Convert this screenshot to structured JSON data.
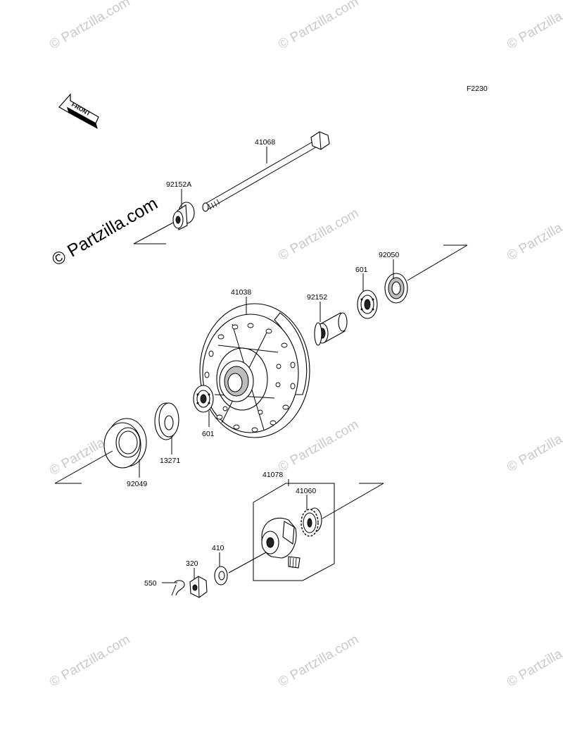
{
  "diagram_code": "F2230",
  "front_label": "FRONT",
  "copyright_main": "© Partzilla.com",
  "watermark_text": "© Partzilla.com",
  "parts": [
    {
      "id": "p-41068",
      "number": "41068"
    },
    {
      "id": "p-92152A",
      "number": "92152A"
    },
    {
      "id": "p-92050",
      "number": "92050"
    },
    {
      "id": "p-601a",
      "number": "601"
    },
    {
      "id": "p-92152",
      "number": "92152"
    },
    {
      "id": "p-41038",
      "number": "41038"
    },
    {
      "id": "p-601b",
      "number": "601"
    },
    {
      "id": "p-13271",
      "number": "13271"
    },
    {
      "id": "p-92049",
      "number": "92049"
    },
    {
      "id": "p-41078",
      "number": "41078"
    },
    {
      "id": "p-41060",
      "number": "41060"
    },
    {
      "id": "p-410",
      "number": "410"
    },
    {
      "id": "p-320",
      "number": "320"
    },
    {
      "id": "p-550",
      "number": "550"
    }
  ],
  "colors": {
    "ink": "#000000",
    "watermark": "#c9c9c9",
    "background": "#ffffff"
  }
}
